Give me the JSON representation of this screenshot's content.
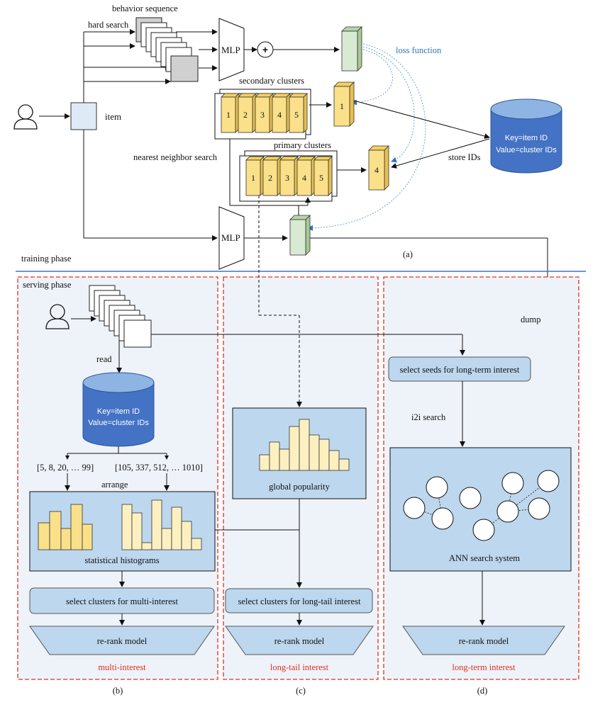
{
  "training": {
    "behavior_sequence": "behavior sequence",
    "hard_search": "hard search",
    "mlp_top": "MLP",
    "plus": "+",
    "loss_function": "loss function",
    "secondary_clusters": "secondary clusters",
    "secondary_ids": [
      "1",
      "2",
      "3",
      "4",
      "5"
    ],
    "secondary_selected": "1",
    "item": "item",
    "nearest_neighbor_search": "nearest neighbor search",
    "primary_clusters": "primary clusters",
    "primary_ids": [
      "1",
      "2",
      "3",
      "4",
      "5"
    ],
    "primary_selected": "4",
    "store_ids": "store IDs",
    "db_key": "Key=item ID",
    "db_value": "Value=cluster IDs",
    "mlp_bottom": "MLP",
    "training_phase": "training phase",
    "label_a": "(a)"
  },
  "serving": {
    "serving_phase": "serving phase",
    "read": "read",
    "db_key": "Key=item ID",
    "db_value": "Value=cluster IDs",
    "list_left": "[5, 8, 20, … 99]",
    "list_right": "[105, 337, 512, … 1010]",
    "arrange": "arrange",
    "statistical_histograms": "statistical histograms",
    "select_multi": "select clusters for multi-interest",
    "rerank_b": "re-rank model",
    "multi_interest": "multi-interest",
    "label_b": "(b)",
    "global_popularity": "global popularity",
    "select_longtail": "select clusters for long-tail interest",
    "rerank_c": "re-rank model",
    "long_tail_interest": "long-tail interest",
    "label_c": "(c)",
    "dump": "dump",
    "select_seeds": "select seeds for long-term interest",
    "i2i_search": "i2i search",
    "ann_search_system": "ANN search system",
    "rerank_d": "re-rank model",
    "long_term_interest": "long-term interest",
    "label_d": "(d)"
  },
  "colors": {
    "cluster_yellow": "#fbe08a",
    "light_yellow": "#fdf0c0",
    "green_box": "#d8ead2",
    "blue_box": "#bdd7ee",
    "db_blue": "#4472c4",
    "dashed_red": "#e03020",
    "divider_blue": "#4472c4",
    "loss_blue": "#2e75b6"
  }
}
